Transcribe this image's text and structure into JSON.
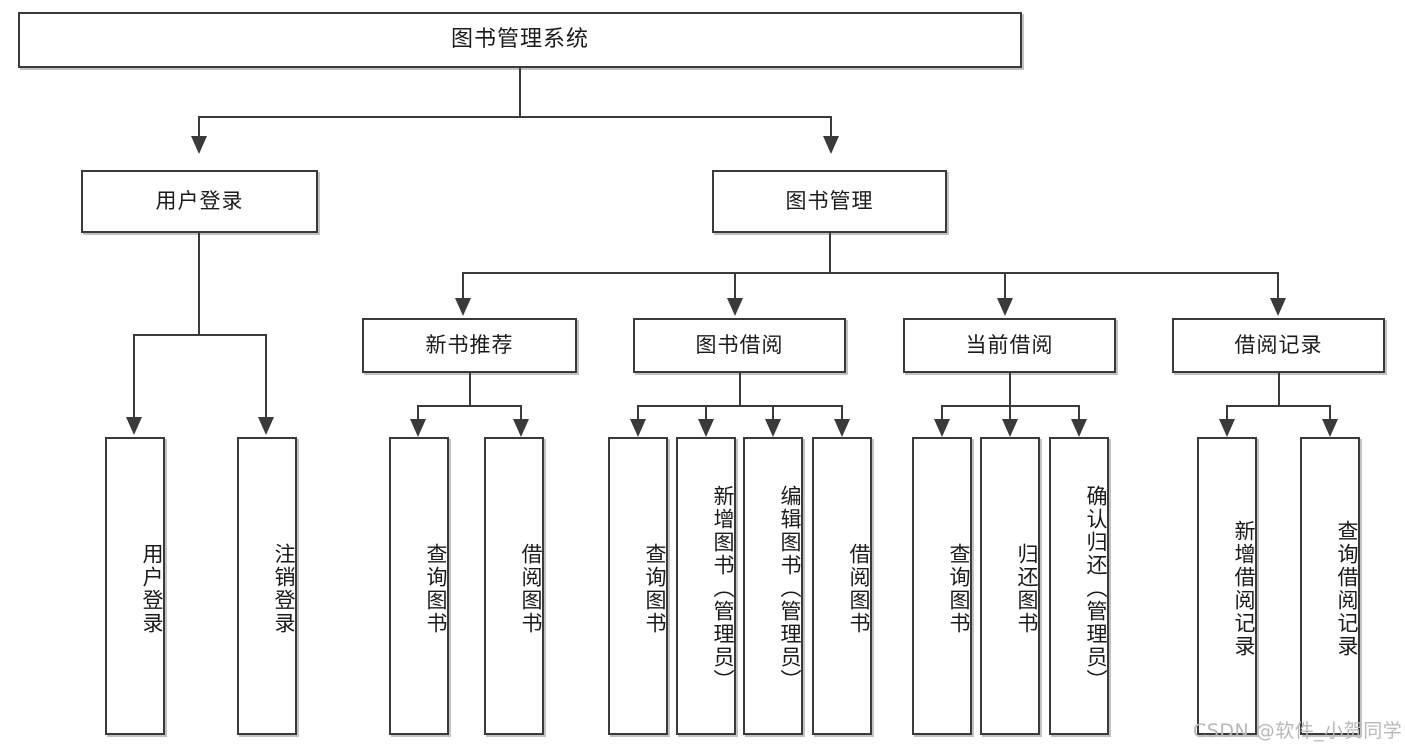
{
  "diagram": {
    "title": "图书管理系统",
    "watermark": "CSDN @软件_小贺同学",
    "colors": {
      "box_border": "#3a3a3a",
      "box_fill": "#ffffff",
      "line": "#3a3a3a",
      "text": "#1b1b1b",
      "watermark": "#b9b9b9",
      "background": "#ffffff"
    },
    "levels": {
      "root": "图书管理系统",
      "level2": [
        "用户登录",
        "图书管理"
      ],
      "level3": [
        "新书推荐",
        "图书借阅",
        "当前借阅",
        "借阅记录"
      ]
    },
    "nodes": {
      "root": {
        "label": "图书管理系统"
      },
      "user_login": {
        "label": "用户登录"
      },
      "book_manage": {
        "label": "图书管理"
      },
      "new_book_rec": {
        "label": "新书推荐"
      },
      "book_borrow": {
        "label": "图书借阅"
      },
      "current_borrow": {
        "label": "当前借阅"
      },
      "borrow_record": {
        "label": "借阅记录"
      }
    },
    "leaves": {
      "user_login_children": [
        {
          "label": "用户登录"
        },
        {
          "label": "注销登录"
        }
      ],
      "new_book_rec_children": [
        {
          "label": "查询图书"
        },
        {
          "label": "借阅图书"
        }
      ],
      "book_borrow_children": [
        {
          "label": "查询图书"
        },
        {
          "label": "新增图书（管理员）"
        },
        {
          "label": "编辑图书（管理员）"
        },
        {
          "label": "借阅图书"
        }
      ],
      "current_borrow_children": [
        {
          "label": "查询图书"
        },
        {
          "label": "归还图书"
        },
        {
          "label": "确认归还（管理员）"
        }
      ],
      "borrow_record_children": [
        {
          "label": "新增借阅记录"
        },
        {
          "label": "查询借阅记录"
        }
      ]
    }
  }
}
